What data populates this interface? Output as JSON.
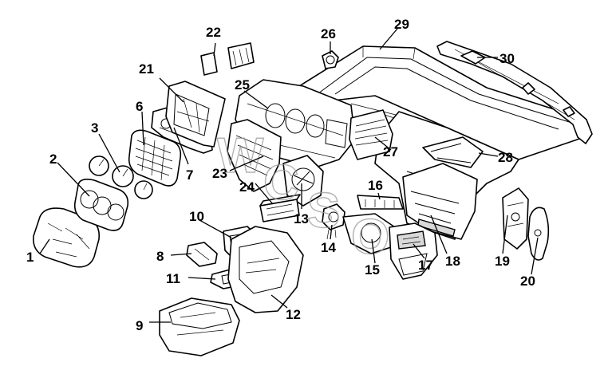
{
  "diagram": {
    "callouts": [
      "1",
      "2",
      "3",
      "6",
      "7",
      "8",
      "9",
      "10",
      "11",
      "12",
      "13",
      "14",
      "15",
      "16",
      "17",
      "18",
      "19",
      "20",
      "21",
      "22",
      "23",
      "24",
      "25",
      "26",
      "27",
      "28",
      "29",
      "30"
    ],
    "watermark": [
      "W",
      "C",
      "S",
      "O"
    ]
  },
  "colors": {
    "line": "#000000",
    "fill": "#ffffff",
    "watermark": "#9a9a9a"
  }
}
